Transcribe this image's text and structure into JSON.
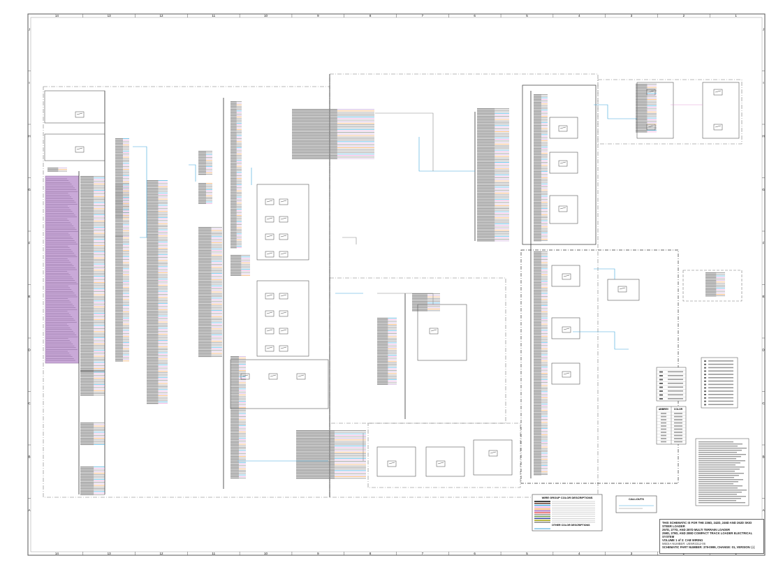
{
  "sheet": {
    "top_columns": [
      "14",
      "13",
      "12",
      "11",
      "10",
      "9",
      "8",
      "7",
      "6",
      "5",
      "4",
      "3",
      "2",
      "1"
    ],
    "bottom_columns": [
      "14",
      "13",
      "12",
      "11",
      "10",
      "9",
      "8",
      "7",
      "6",
      "5",
      "4",
      "3",
      "2",
      "1"
    ],
    "side_rows": [
      "J",
      "I",
      "H",
      "G",
      "F",
      "E",
      "D",
      "C",
      "B",
      "A"
    ]
  },
  "legends": {
    "wire_group_title": "WIRE GROUP COLOR DESCRIPTIONS",
    "other_color_title": "OTHER COLOR DESCRIPTIONS",
    "callouts_title": "CALLOUTS"
  },
  "color_table": {
    "headers": [
      "ABBREV",
      "COLOR"
    ]
  },
  "title_block": {
    "line1": "THIS SCHEMATIC IS FOR THE 236D, 242D, 246D AND 262D SKID STEER LOADER",
    "line2": "257D, 277D, AND 287D MULTI TERRAIN LOADER",
    "line3": "259D, 279D, AND 289D COMPACT TRACK LOADER ELECTRICAL SYSTEM",
    "line4": "VOLUME 1 of 3: CAB WIRING",
    "line5": "MEDIA NUMBER: UENR3312-06",
    "line6": "SCHEMATIC PART NUMBER: 379-0999, CHANGE: 01, VERSION: (-)"
  },
  "colors": {
    "purple_zone": "#c9a9d8",
    "wire_blue": "#3aa6d9",
    "wire_pink": "#e59ad8",
    "wire_orange": "#f0a050",
    "wire_gray": "#888888",
    "frame": "#444444"
  }
}
